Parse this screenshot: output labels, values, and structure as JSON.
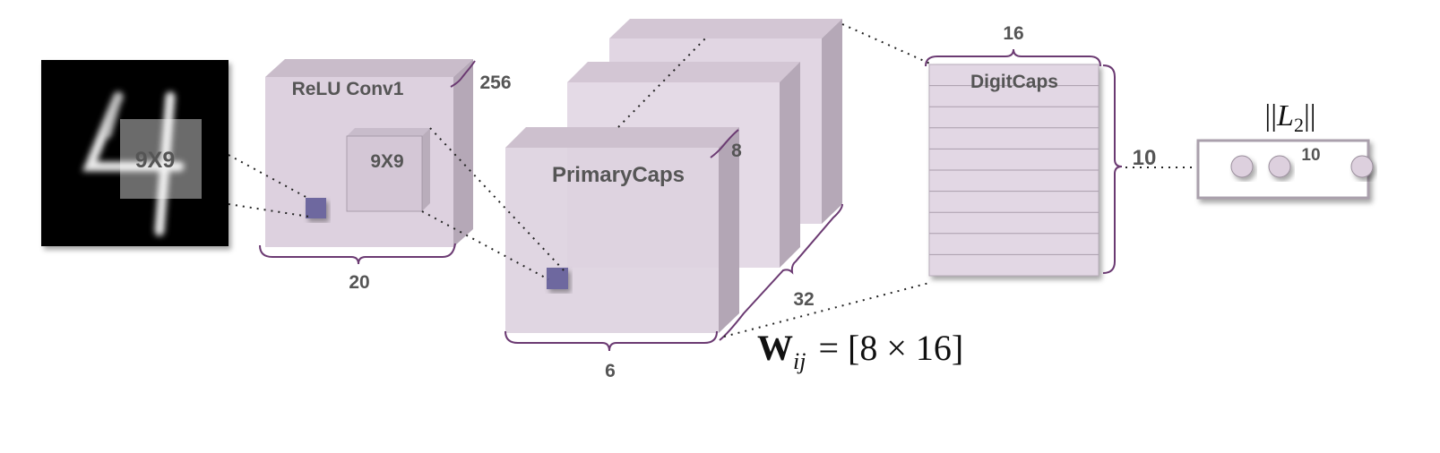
{
  "diagram": {
    "input": {
      "digit": "4",
      "kernel_label": "9X9"
    },
    "conv1": {
      "title": "ReLU Conv1",
      "depth_label": "256",
      "width_label": "20",
      "kernel_label": "9X9"
    },
    "primarycaps": {
      "title": "PrimaryCaps",
      "depth_label": "8",
      "width_label": "6",
      "count_label": "32"
    },
    "weight_formula": {
      "symbol": "W",
      "subscript": "ij",
      "rhs": "= [8 × 16]"
    },
    "digitcaps": {
      "title": "DigitCaps",
      "width_label": "16",
      "height_label": "10",
      "row_count": 10
    },
    "output": {
      "norm_open": "||",
      "norm_symbol": "L",
      "norm_subscript": "2",
      "norm_close": "||",
      "count_label": "10"
    },
    "colors": {
      "cube_front": "#d9ccdb",
      "cube_top": "#c9bcca",
      "cube_side": "#b5a8b7",
      "brace": "#6b3a72",
      "kernel_square": "#6e679f",
      "input_bg": "#000000",
      "label": "#555555"
    }
  }
}
